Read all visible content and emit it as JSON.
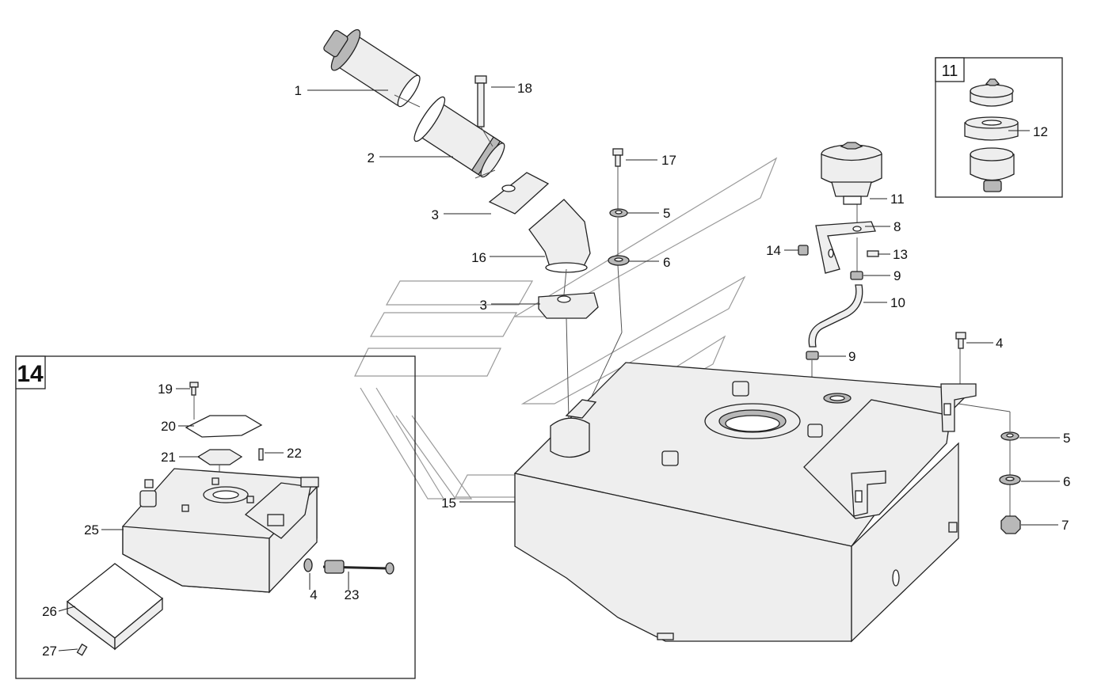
{
  "callouts": {
    "c1": "1",
    "c2": "2",
    "c3a": "3",
    "c3b": "3",
    "c4a": "4",
    "c4b": "4",
    "c5a": "5",
    "c5b": "5",
    "c6a": "6",
    "c6b": "6",
    "c7": "7",
    "c8": "8",
    "c9a": "9",
    "c9b": "9",
    "c10": "10",
    "c11": "11",
    "c12": "12",
    "c13": "13",
    "c14": "14",
    "c15": "15",
    "c16": "16",
    "c17": "17",
    "c18": "18",
    "c19": "19",
    "c20": "20",
    "c21": "21",
    "c22": "22",
    "c23": "23",
    "c25": "25",
    "c26": "26",
    "c27": "27"
  },
  "inset_boxes": {
    "detail_11": "11",
    "detail_14": "14"
  }
}
